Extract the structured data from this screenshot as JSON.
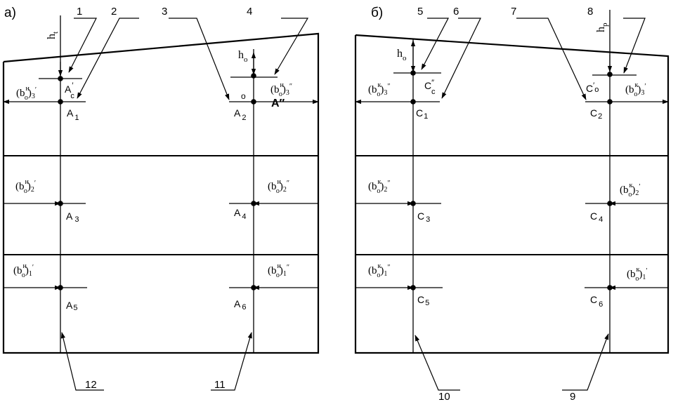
{
  "panel_a": {
    "label": "а)",
    "callouts": {
      "c1": "1",
      "c2": "2",
      "c3": "3",
      "c4": "4",
      "c11": "11",
      "c12": "12"
    },
    "heights": {
      "ht": "h",
      "ht_sub": "t",
      "ho": "h",
      "ho_sub": "o"
    },
    "points": {
      "ac_prime": {
        "base": "A",
        "sup": "′",
        "sub": "c"
      },
      "a_double": "A″",
      "o_mark": "o",
      "a1": {
        "base": "A",
        "sub": "1"
      },
      "a2": {
        "base": "A",
        "sub": "2"
      },
      "a3": {
        "base": "A",
        "sub": "3"
      },
      "a4": {
        "base": "A",
        "sub": "4"
      },
      "a5": {
        "base": "A",
        "sub": "5"
      },
      "a6": {
        "base": "A",
        "sub": "6"
      }
    },
    "widths": {
      "l3": {
        "sup": "н",
        "idx": "3",
        "pr": "′"
      },
      "r3": {
        "sup": "н",
        "idx": "3",
        "pr": "″"
      },
      "l2": {
        "sup": "н",
        "idx": "2",
        "pr": "′"
      },
      "r2": {
        "sup": "н",
        "idx": "2",
        "pr": "″"
      },
      "l1": {
        "sup": "н",
        "idx": "1",
        "pr": "′"
      },
      "r1": {
        "sup": "н",
        "idx": "1",
        "pr": "″"
      }
    }
  },
  "panel_b": {
    "label": "б)",
    "callouts": {
      "c5": "5",
      "c6": "6",
      "c7": "7",
      "c8": "8",
      "c9": "9",
      "c10": "10"
    },
    "heights": {
      "ho": "h",
      "ho_sub": "o",
      "hp": "h",
      "hp_sub": "p"
    },
    "points": {
      "cc_double": {
        "base": "C",
        "sup": "″",
        "sub": "c"
      },
      "co_prime": {
        "base": "C",
        "sup": "′",
        "sub": "o"
      },
      "c1": {
        "base": "C",
        "sub": "1"
      },
      "c2": {
        "base": "C",
        "sub": "2"
      },
      "c3": {
        "base": "C",
        "sub": "3"
      },
      "c4": {
        "base": "C",
        "sub": "4"
      },
      "c5": {
        "base": "C",
        "sub": "5"
      },
      "c6": {
        "base": "C",
        "sub": "6"
      }
    },
    "widths": {
      "l3": {
        "sup": "к",
        "idx": "3",
        "pr": "″"
      },
      "r3": {
        "sup": "к",
        "idx": "3",
        "pr": "′"
      },
      "l2": {
        "sup": "к",
        "idx": "2",
        "pr": "″"
      },
      "r2": {
        "sup": "к",
        "idx": "2",
        "pr": "′"
      },
      "l1": {
        "sup": "к",
        "idx": "1",
        "pr": "″"
      },
      "r1": {
        "sup": "к",
        "idx": "1",
        "pr": "′"
      }
    }
  }
}
